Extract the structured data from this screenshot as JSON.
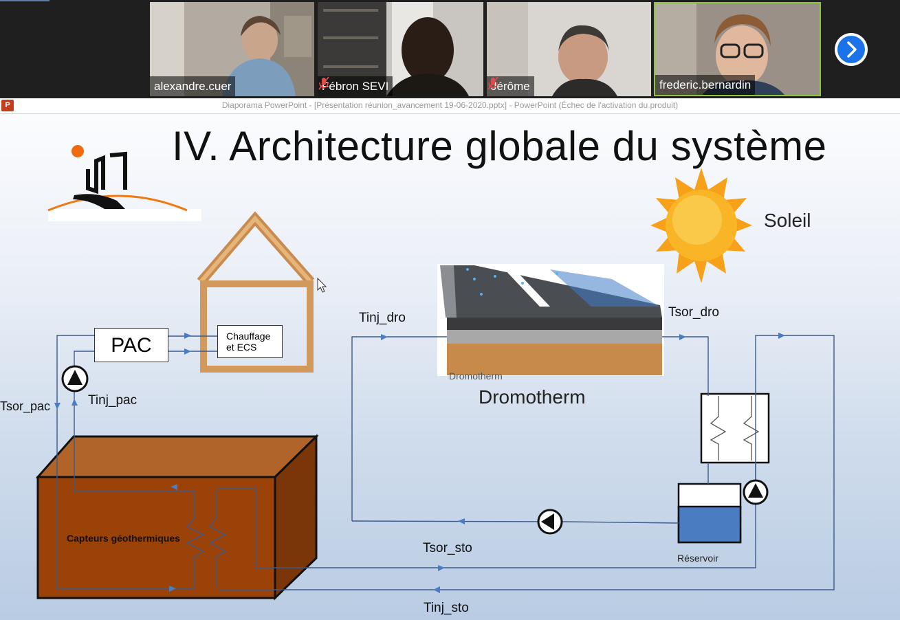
{
  "meeting": {
    "participants": [
      {
        "name": "alexandre.cuer",
        "muted": false
      },
      {
        "name": "Fébron SEVI",
        "muted": true
      },
      {
        "name": "Jérôme",
        "muted": true
      },
      {
        "name": "frederic.bernardin",
        "muted": false,
        "active_speaker": true
      }
    ],
    "next_icon": "chevron-right-icon"
  },
  "powerpoint": {
    "window_title": "Diaporama PowerPoint - [Présentation réunion_avancement 19-06-2020.pptx] - PowerPoint (Échec de l'activation du produit)",
    "app_icon": "P"
  },
  "slide": {
    "title": "IV.  Architecture globale du système",
    "labels": {
      "soleil": "Soleil",
      "pac": "PAC",
      "chauffage_line1": "Chauffage",
      "chauffage_line2": "et ECS",
      "tinj_dro": "Tinj_dro",
      "tsor_dro": "Tsor_dro",
      "dromotherm_caption": "Dromotherm",
      "dromotherm": "Dromotherm",
      "tsor_pac": "Tsor_pac",
      "tinj_pac": "Tinj_pac",
      "capteurs": "Capteurs géothermiques",
      "tsor_sto": "Tsor_sto",
      "tinj_sto": "Tinj_sto",
      "reservoir": "Réservoir"
    },
    "colors": {
      "pipe": "#3d5a8a",
      "arrow": "#4a7cc2",
      "storage_block": "#9a4208",
      "sun": "#f5a511",
      "reservoir_water": "#4a7cc2"
    }
  }
}
